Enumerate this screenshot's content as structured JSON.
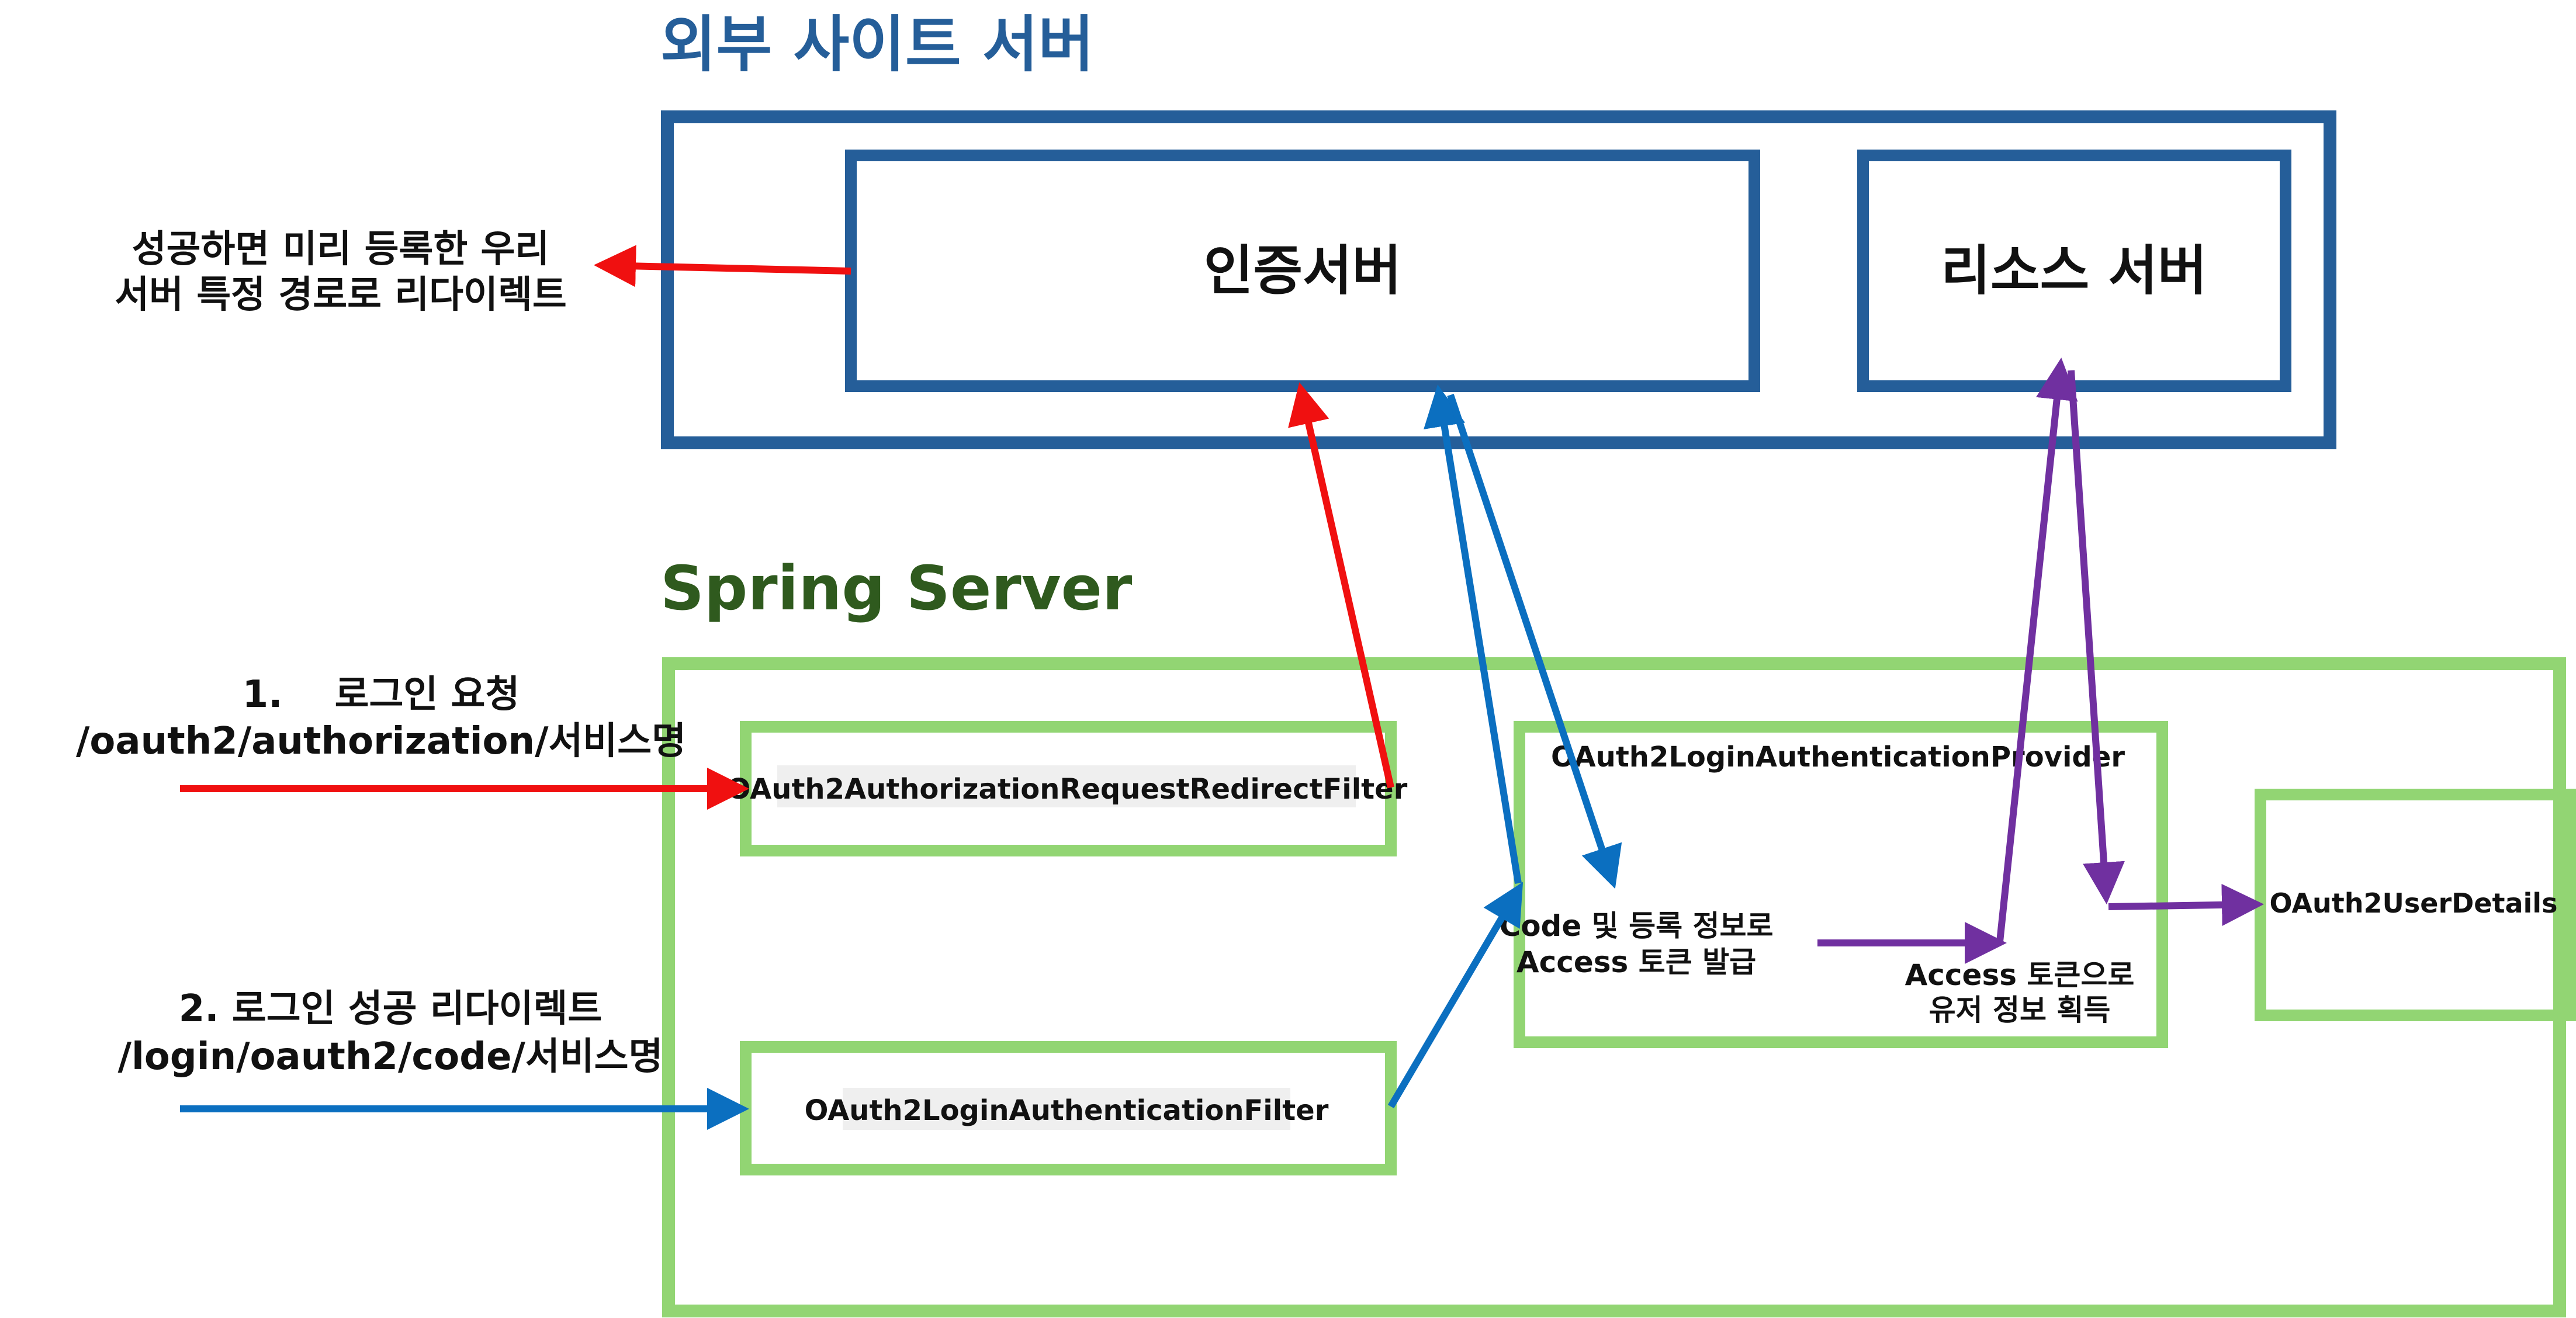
{
  "colors": {
    "external": "#255E99",
    "spring_title": "#2F5A1E",
    "spring_box": "#92D573",
    "red": "#F01010",
    "blue": "#0B6FC0",
    "purple": "#7030A0",
    "text": "#111111",
    "label_bg": "#EFEFEF"
  },
  "external": {
    "title": "외부 사이트 서버",
    "auth_server": "인증서버",
    "resource_server": "리소스 서버",
    "redirect_note": [
      "성공하면 미리 등록한 우리",
      "서버 특정 경로로 리다이렉트"
    ]
  },
  "spring": {
    "title": "Spring Server",
    "request_label": [
      "1.    로그인 요청",
      "/oauth2/authorization/서비스명"
    ],
    "success_label": [
      "2. 로그인 성공 리다이렉트",
      "/login/oauth2/code/서비스명"
    ],
    "redirect_filter": "OAuth2AuthorizationRequestRedirectFilter",
    "login_filter": "OAuth2LoginAuthenticationFilter",
    "provider": "OAuth2LoginAuthenticationProvider",
    "token_note": [
      "Code 및 등록 정보로",
      "Access 토큰 발급"
    ],
    "userinfo_note": [
      "Access 토큰으로",
      "유저 정보 획득"
    ],
    "user_details": "OAuth2UserDetails"
  }
}
